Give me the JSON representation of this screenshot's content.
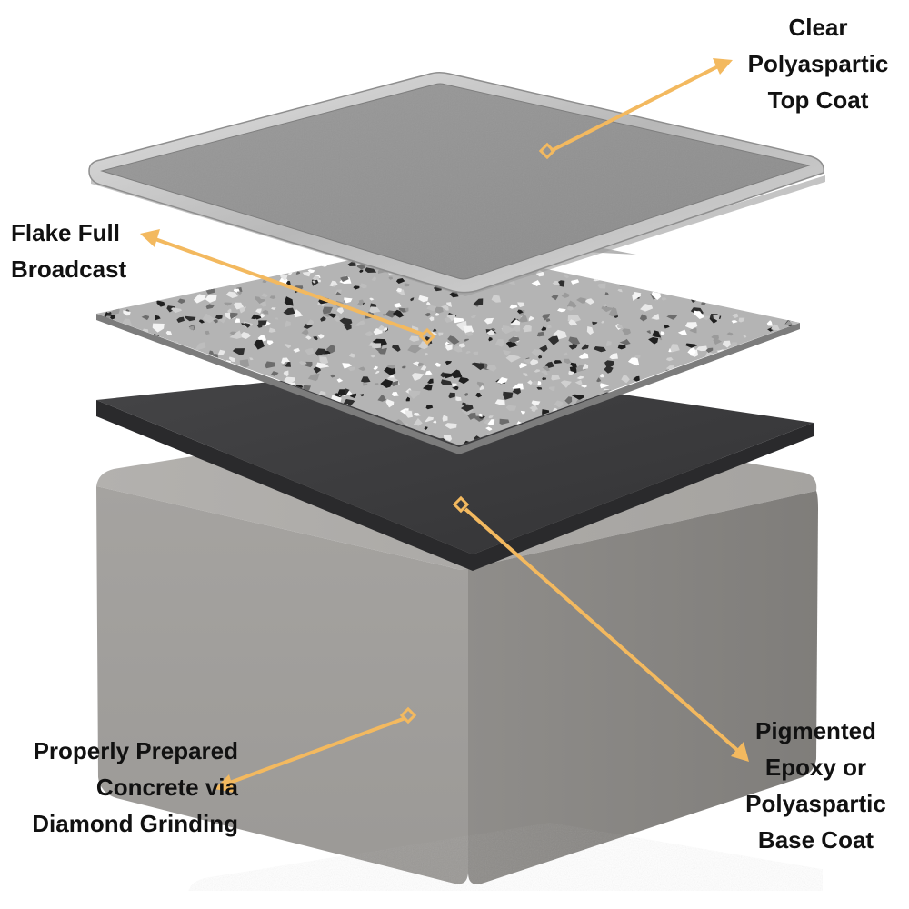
{
  "layers": {
    "top_coat": {
      "lines": [
        "Clear",
        "Polyaspartic",
        "Top Coat"
      ]
    },
    "flake": {
      "lines": [
        "Flake Full",
        "Broadcast"
      ]
    },
    "base_coat": {
      "lines": [
        "Pigmented",
        "Epoxy or",
        "Polyaspartic",
        "Base Coat"
      ]
    },
    "concrete": {
      "lines": [
        "Properly Prepared",
        "Concrete via",
        "Diamond Grinding"
      ]
    }
  },
  "colors": {
    "arrow": "#F3B95F",
    "top_coat_surface": "#8E8E8E",
    "top_coat_rim": "#C9C9C9",
    "base_coat": "#3A3A3C",
    "concrete_light": "#A9A7A4",
    "concrete_dark": "#8C8A87"
  }
}
